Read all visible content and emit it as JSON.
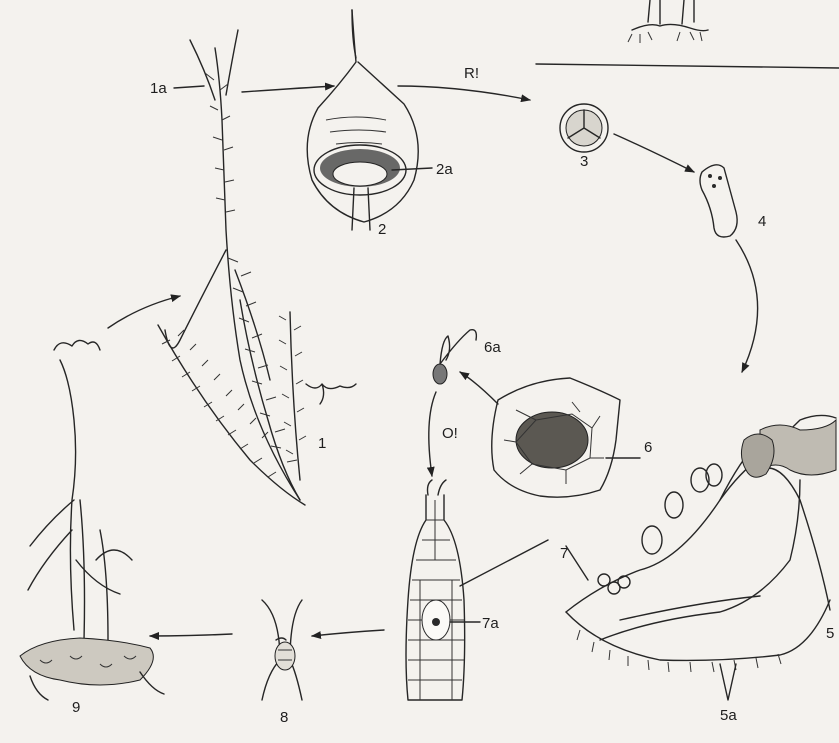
{
  "diagram": {
    "labels": {
      "l1a": "1a",
      "l1": "1",
      "l2": "2",
      "l2a": "2a",
      "l3": "3",
      "l4": "4",
      "l5a": "5a",
      "l5": "5",
      "l6": "6",
      "l6a": "6a",
      "l7": "7",
      "l7a": "7a",
      "l8": "8",
      "l9": "9",
      "R": "R!",
      "O": "O!"
    }
  }
}
